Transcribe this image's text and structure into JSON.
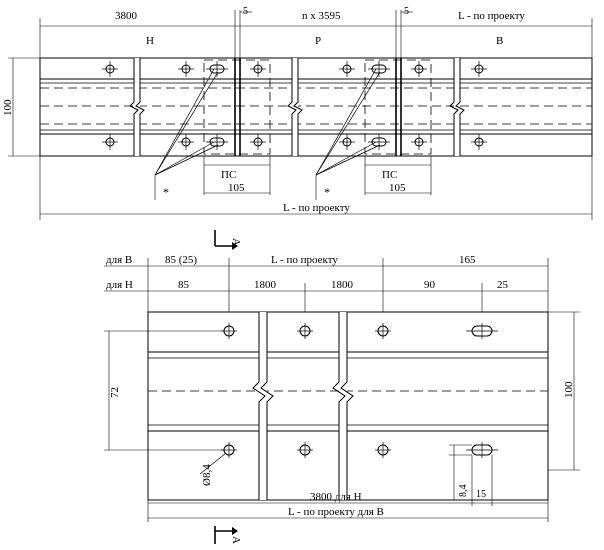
{
  "top_view": {
    "dim_left_width": "3800",
    "dim_gap_1": "5",
    "dim_middle": "n х 3595",
    "dim_gap_2": "5",
    "dim_right": "L - по проекту",
    "label_n": "Н",
    "label_p": "Р",
    "label_v": "В",
    "dim_height": "100",
    "ps_label_1": "ПС",
    "ps_value_1": "105",
    "ps_label_2": "ПС",
    "ps_value_2": "105",
    "asterisk_1": "*",
    "asterisk_2": "*",
    "dim_total": "L - по проекту"
  },
  "section_mark": "А",
  "bottom_view": {
    "row_v_label": "для В",
    "row_v_dim_1": "85 (25)",
    "row_v_dim_2": "L - по проекту",
    "row_v_dim_3": "165",
    "row_n_label": "для Н",
    "row_n_dim_1": "85",
    "row_n_dim_2": "1800",
    "row_n_dim_3": "1800",
    "row_n_dim_4": "90",
    "row_n_dim_5": "25",
    "dim_left_height": "72",
    "dim_right_height": "100",
    "hole_dia": "Ø8,4",
    "slot_width": "8,4",
    "slot_length": "15",
    "dim_bottom_1": "3800 для Н",
    "dim_bottom_2": "L - по проекту для В"
  }
}
